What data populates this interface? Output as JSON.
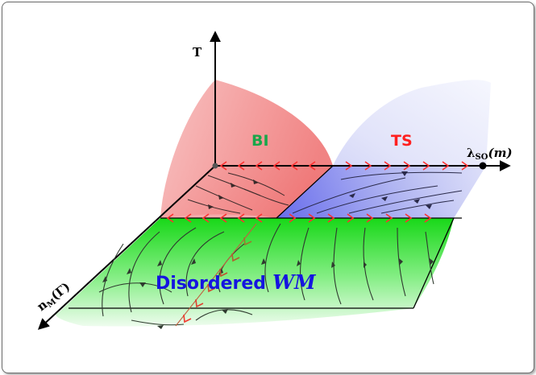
{
  "labels": {
    "t_axis": "T",
    "lambda_main": "λ",
    "lambda_sub": "SO",
    "lambda_arg": "(m)",
    "n_main": "n",
    "n_sub": "M",
    "n_arg": "(Γ)",
    "bi": "BI",
    "ts": "TS",
    "disordered": "Disordered",
    "wm": "WM"
  },
  "colors": {
    "bi_region": "#f08080",
    "ts_region": "#a8aef0",
    "wm_region": "#22dd22",
    "bi_text": "#1aa64a",
    "ts_text": "#ff2020",
    "disordered_text": "#1515e0",
    "flow_lines": "#2f3a2f",
    "fixed_arrows": "#ff3030",
    "axis": "#000000"
  },
  "icons": {
    "fixed_point": "filled-circle-icon",
    "axis_head": "arrowhead-icon"
  }
}
